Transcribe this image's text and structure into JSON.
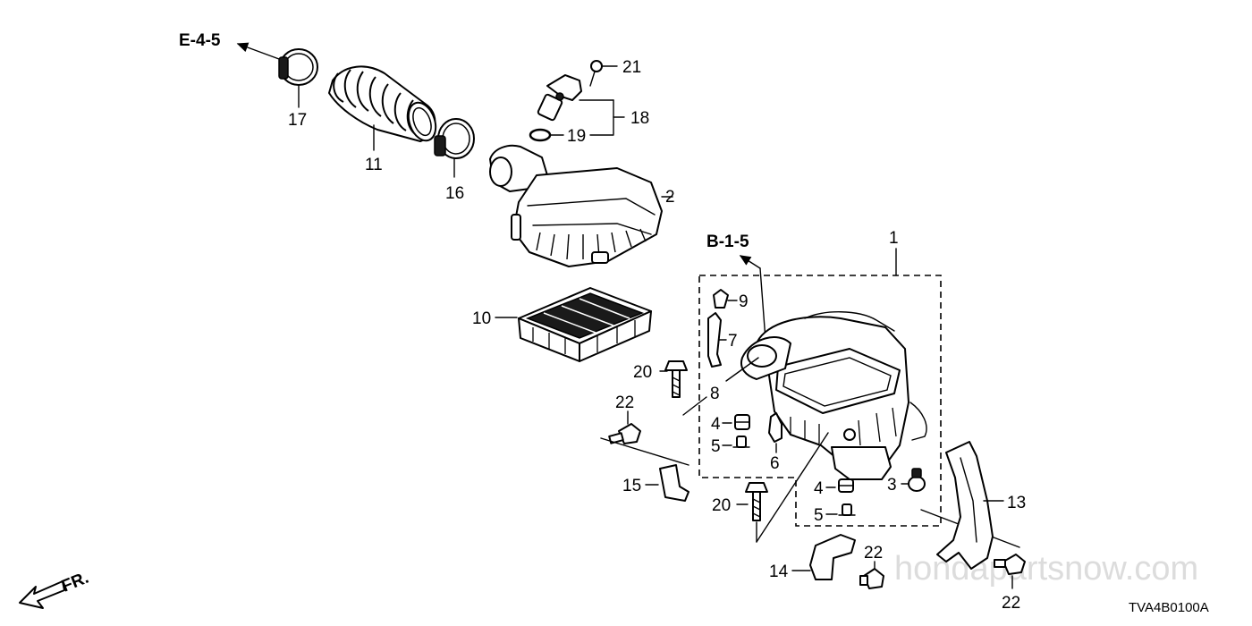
{
  "references": {
    "e45": "E-4-5",
    "b15": "B-1-5"
  },
  "callouts": {
    "c1": "1",
    "c2": "2",
    "c3": "3",
    "c4a": "4",
    "c4b": "4",
    "c5a": "5",
    "c5b": "5",
    "c6": "6",
    "c7": "7",
    "c8": "8",
    "c9": "9",
    "c10": "10",
    "c11": "11",
    "c13": "13",
    "c14": "14",
    "c15": "15",
    "c16": "16",
    "c17": "17",
    "c18": "18",
    "c19": "19",
    "c20a": "20",
    "c20b": "20",
    "c21": "21",
    "c22a": "22",
    "c22b": "22",
    "c22c": "22"
  },
  "front_arrow": {
    "label": "FR."
  },
  "diagram_code": "TVA4B0100A",
  "watermark": "hondapartsnow.com"
}
